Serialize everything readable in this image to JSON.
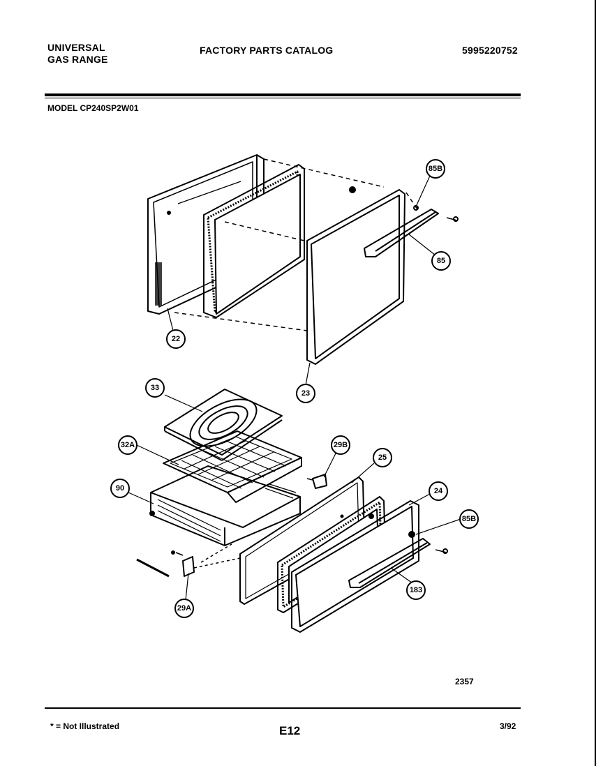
{
  "header": {
    "brand_line1": "UNIVERSAL",
    "brand_line2": "GAS RANGE",
    "catalog_title": "FACTORY PARTS CATALOG",
    "part_number": "5995220752"
  },
  "model_line": "MODEL CP240SP2W01",
  "callouts": {
    "c85B_top": "85B",
    "c85": "85",
    "c22": "22",
    "c23": "23",
    "c33": "33",
    "c32A": "32A",
    "c90": "90",
    "c29B": "29B",
    "c25": "25",
    "c24": "24",
    "c85B_bottom": "85B",
    "c183": "183",
    "c29A": "29A"
  },
  "footer": {
    "figure_number": "2357",
    "note": "* = Not Illustrated",
    "page_id": "E12",
    "date": "3/92"
  }
}
